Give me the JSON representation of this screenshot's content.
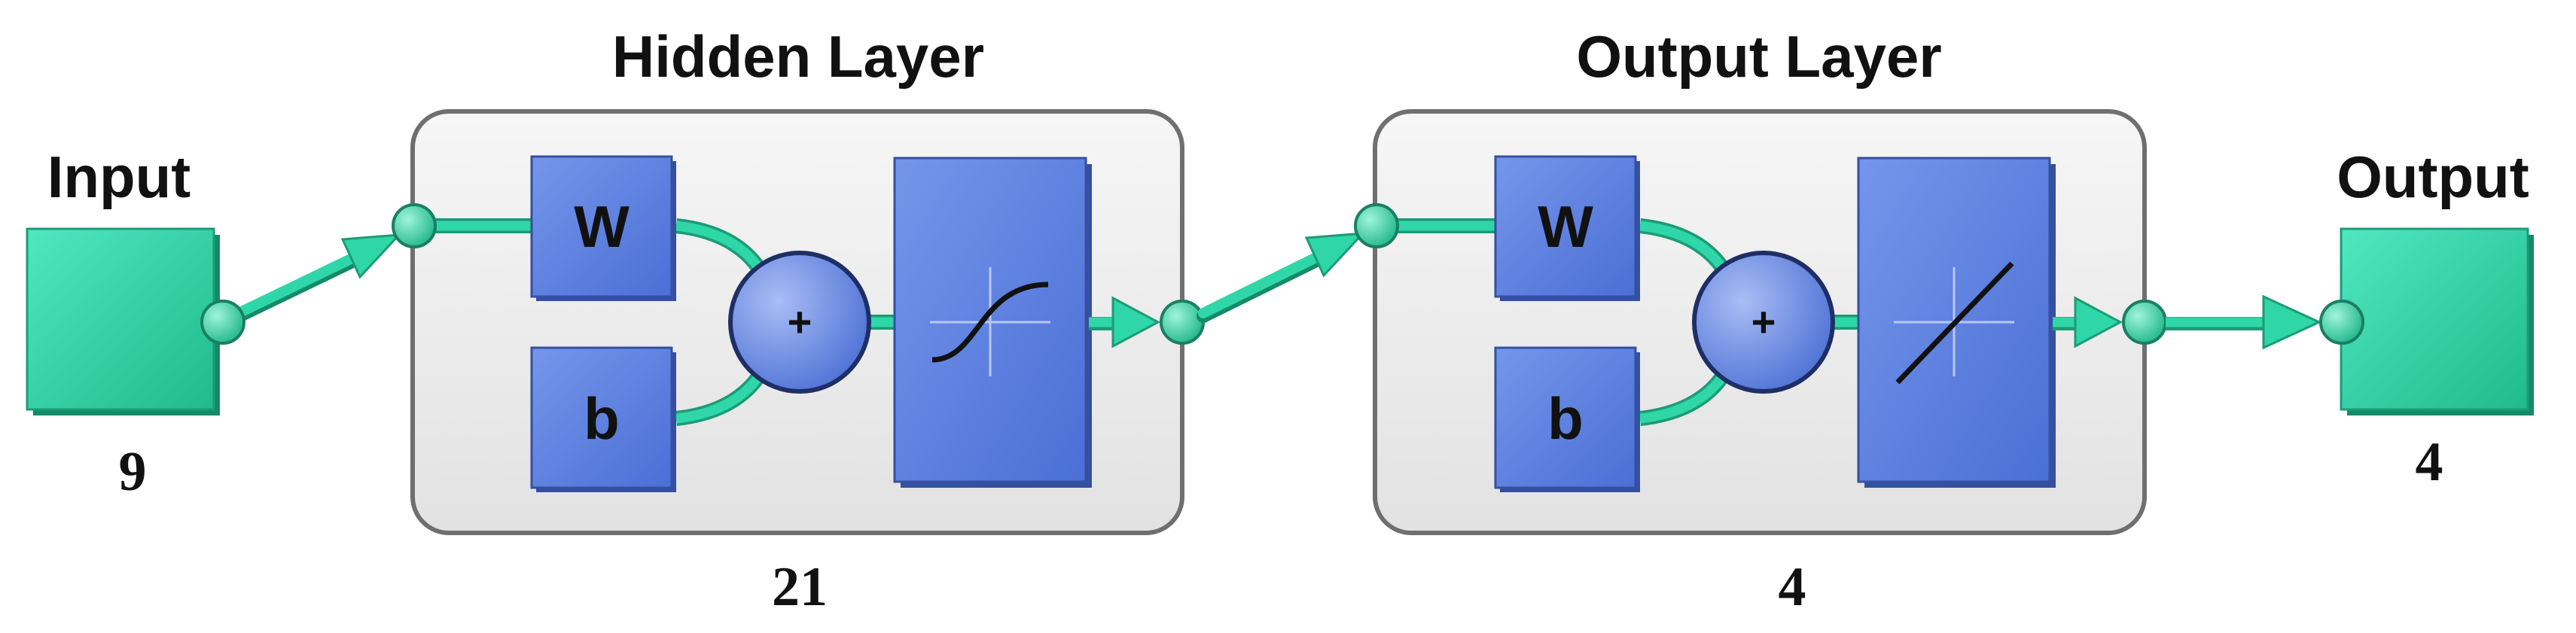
{
  "input": {
    "title": "Input",
    "size": "9"
  },
  "hidden_layer": {
    "title": "Hidden Layer",
    "size": "21",
    "weight_label": "W",
    "bias_label": "b",
    "sum_label": "+",
    "transfer_icon": "sigmoid-curve-icon"
  },
  "output_layer": {
    "title": "Output Layer",
    "size": "4",
    "weight_label": "W",
    "bias_label": "b",
    "sum_label": "+",
    "transfer_icon": "linear-line-icon"
  },
  "output": {
    "title": "Output",
    "size": "4"
  },
  "colors": {
    "teal": "#2fd6a8",
    "teal_dark": "#1c9b78",
    "blue": "#5b7fe0",
    "blue_dark": "#34509f",
    "panel_fill": "#ececec",
    "panel_stroke": "#6f6f6f"
  }
}
